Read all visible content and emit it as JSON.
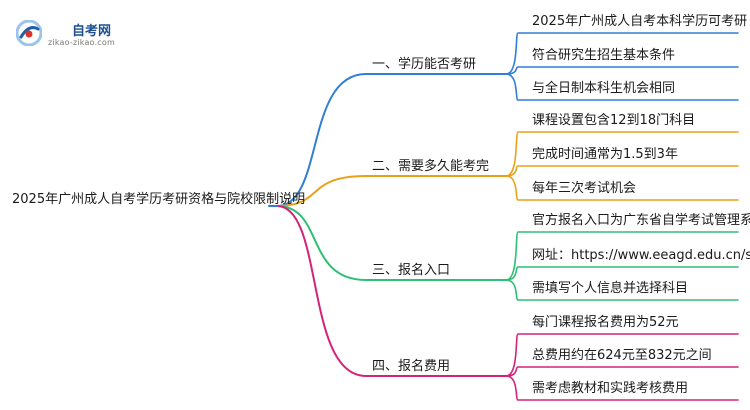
{
  "logo": {
    "title": "自考网",
    "url": "zikao-zikao.com",
    "colors": {
      "mark_blue": "#1f5fa8",
      "mark_red": "#d9322c",
      "mark_light": "#9cc3ea"
    }
  },
  "mindmap": {
    "root": "2025年广州成人自考学历考研资格与院校限制说明",
    "branches": [
      {
        "label": "一、学历能否考研",
        "color": "#2f7fd6",
        "children": [
          "2025年广州成人自考本科学历可考研",
          "符合研究生招生基本条件",
          "与全日制本科生机会相同"
        ]
      },
      {
        "label": "二、需要多久能考完",
        "color": "#e8a21a",
        "children": [
          "课程设置包含12到18门科目",
          "完成时间通常为1.5到3年",
          "每年三次考试机会"
        ]
      },
      {
        "label": "三、报名入口",
        "color": "#2dbf73",
        "children": [
          "官方报名入口为广东省自学考试管理系统",
          "网址：https://www.eeagd.edu.cn/selfec/",
          "需填写个人信息并选择科目"
        ]
      },
      {
        "label": "四、报名费用",
        "color": "#d4237a",
        "children": [
          "每门课程报名费用为52元",
          "总费用约在624元至832元之间",
          "需考虑教材和实践考核费用"
        ]
      }
    ]
  }
}
